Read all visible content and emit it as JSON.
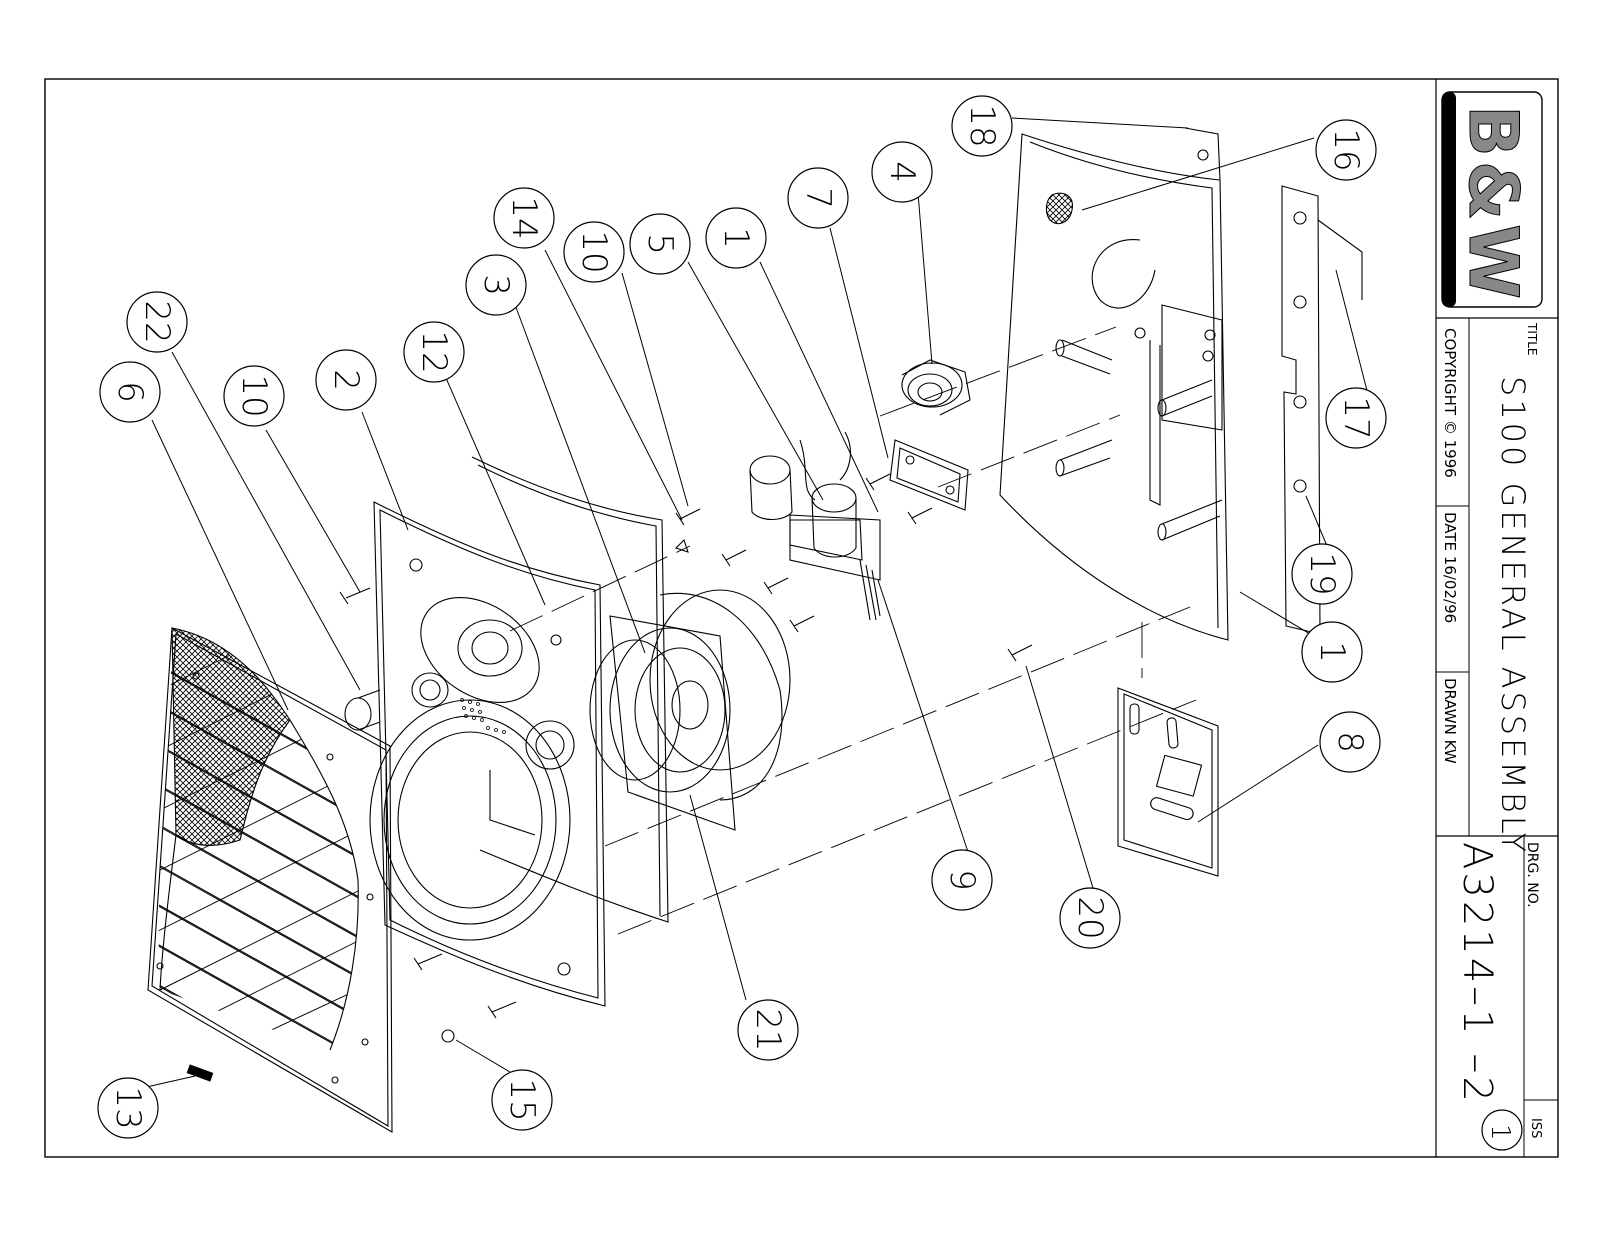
{
  "title_block": {
    "title_label": "TITLE",
    "title": "S100 GENERAL ASSEMBLY",
    "copyright": "COPYRIGHT © 1996",
    "date": "DATE 16/02/96",
    "drawn": "DRAWN KW",
    "drawing_no_label": "DRG. NO.",
    "drawing_no": "A3214–1 –2",
    "issue_label": "ISS",
    "issue": "1"
  },
  "brand": {
    "logo_text": "B&W"
  },
  "balloons": [
    {
      "id": "b22",
      "label": "22"
    },
    {
      "id": "b6",
      "label": "6"
    },
    {
      "id": "b10a",
      "label": "10"
    },
    {
      "id": "b2",
      "label": "2"
    },
    {
      "id": "b12",
      "label": "12"
    },
    {
      "id": "b3",
      "label": "3"
    },
    {
      "id": "b14",
      "label": "14"
    },
    {
      "id": "b10b",
      "label": "10"
    },
    {
      "id": "b5",
      "label": "5"
    },
    {
      "id": "b1a",
      "label": "1"
    },
    {
      "id": "b7",
      "label": "7"
    },
    {
      "id": "b4",
      "label": "4"
    },
    {
      "id": "b18",
      "label": "18"
    },
    {
      "id": "b16",
      "label": "16"
    },
    {
      "id": "b17",
      "label": "17"
    },
    {
      "id": "b19",
      "label": "19"
    },
    {
      "id": "b1b",
      "label": "1"
    },
    {
      "id": "b8",
      "label": "8"
    },
    {
      "id": "b9",
      "label": "9"
    },
    {
      "id": "b20",
      "label": "20"
    },
    {
      "id": "b21",
      "label": "21"
    },
    {
      "id": "b15",
      "label": "15"
    },
    {
      "id": "b13",
      "label": "13"
    }
  ]
}
